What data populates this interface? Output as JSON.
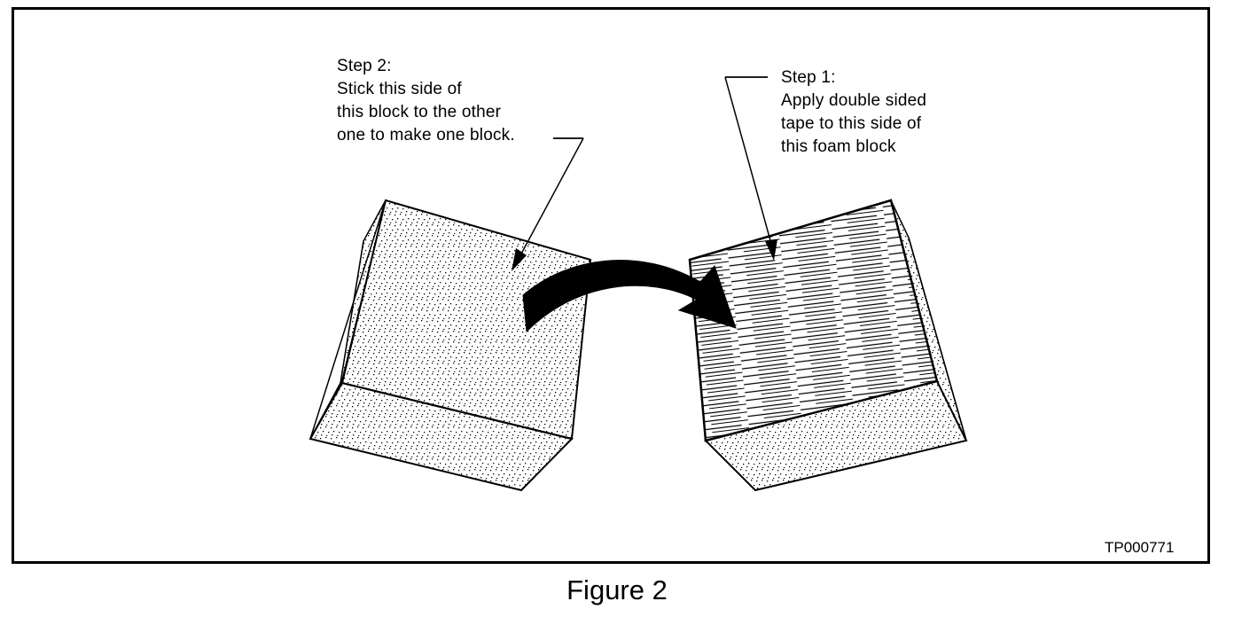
{
  "step2": {
    "lines": [
      "Step 2:",
      "Stick this side of",
      "this block to the other",
      "one to make one block."
    ]
  },
  "step1": {
    "lines": [
      "Step 1:",
      "Apply double sided",
      "tape to this side of",
      "this foam block"
    ]
  },
  "ref_code": "TP000771",
  "caption": "Figure 2",
  "icons": {
    "arrow": "curved-arrow-icon"
  }
}
